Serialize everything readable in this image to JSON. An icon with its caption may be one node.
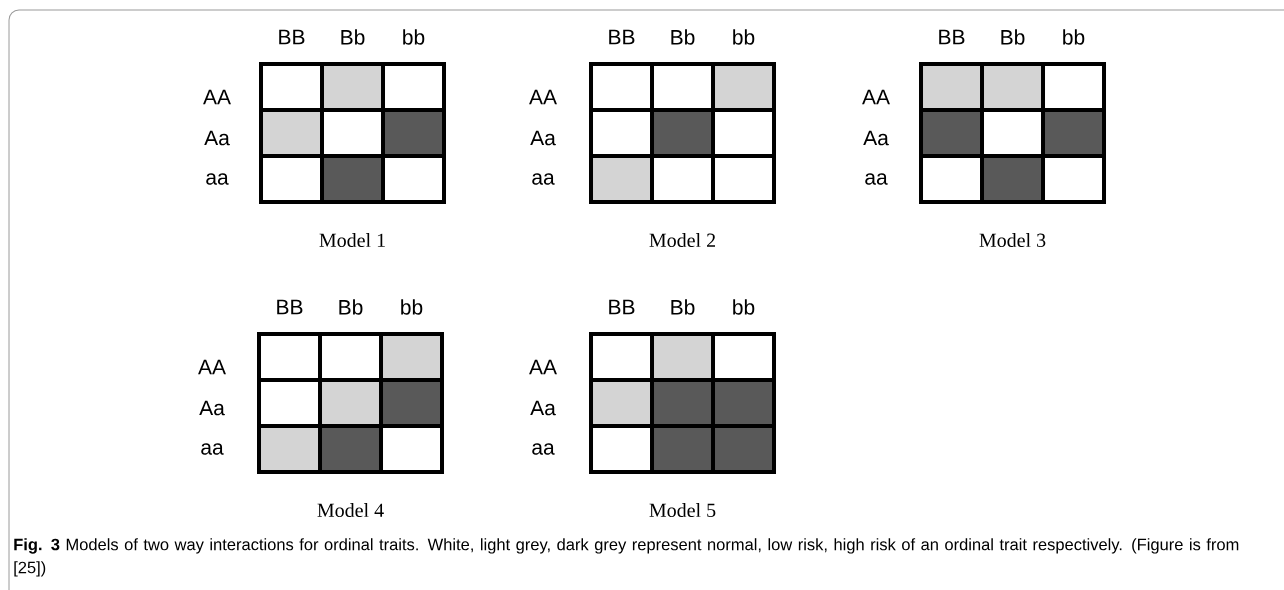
{
  "diagram": {
    "caption": "**Fig. 3** Models of two way interactions for ordinal traits. White, light grey, dark grey represent normal, low risk, high risk of an ordinal trait respectively. (Figure is from [25])",
    "nodes": [
      {
        "text": [
          "BB",
          "Bb",
          "bb",
          "AA",
          "Aa",
          "aa"
        ],
        "beside": [
          "Model 1"
        ]
      },
      {
        "text": [
          "BB",
          "Bb",
          "bb",
          "AA",
          "Aa",
          "aa"
        ],
        "beside": [
          "Model 2"
        ]
      },
      {
        "text": [
          "BB",
          "Bb",
          "bb",
          "AA",
          "Aa",
          "aa"
        ],
        "beside": [
          "Model 3"
        ]
      },
      {
        "text": [
          "BB",
          "Bb",
          "bb",
          "AA",
          "Aa",
          "aa"
        ],
        "beside": [
          "Model 4"
        ]
      },
      {
        "text": [
          "BB",
          "Bb",
          "bb",
          "AA",
          "Aa",
          "aa"
        ],
        "beside": [
          "Model 5"
        ]
      }
    ],
    "edges": []
  }
}
